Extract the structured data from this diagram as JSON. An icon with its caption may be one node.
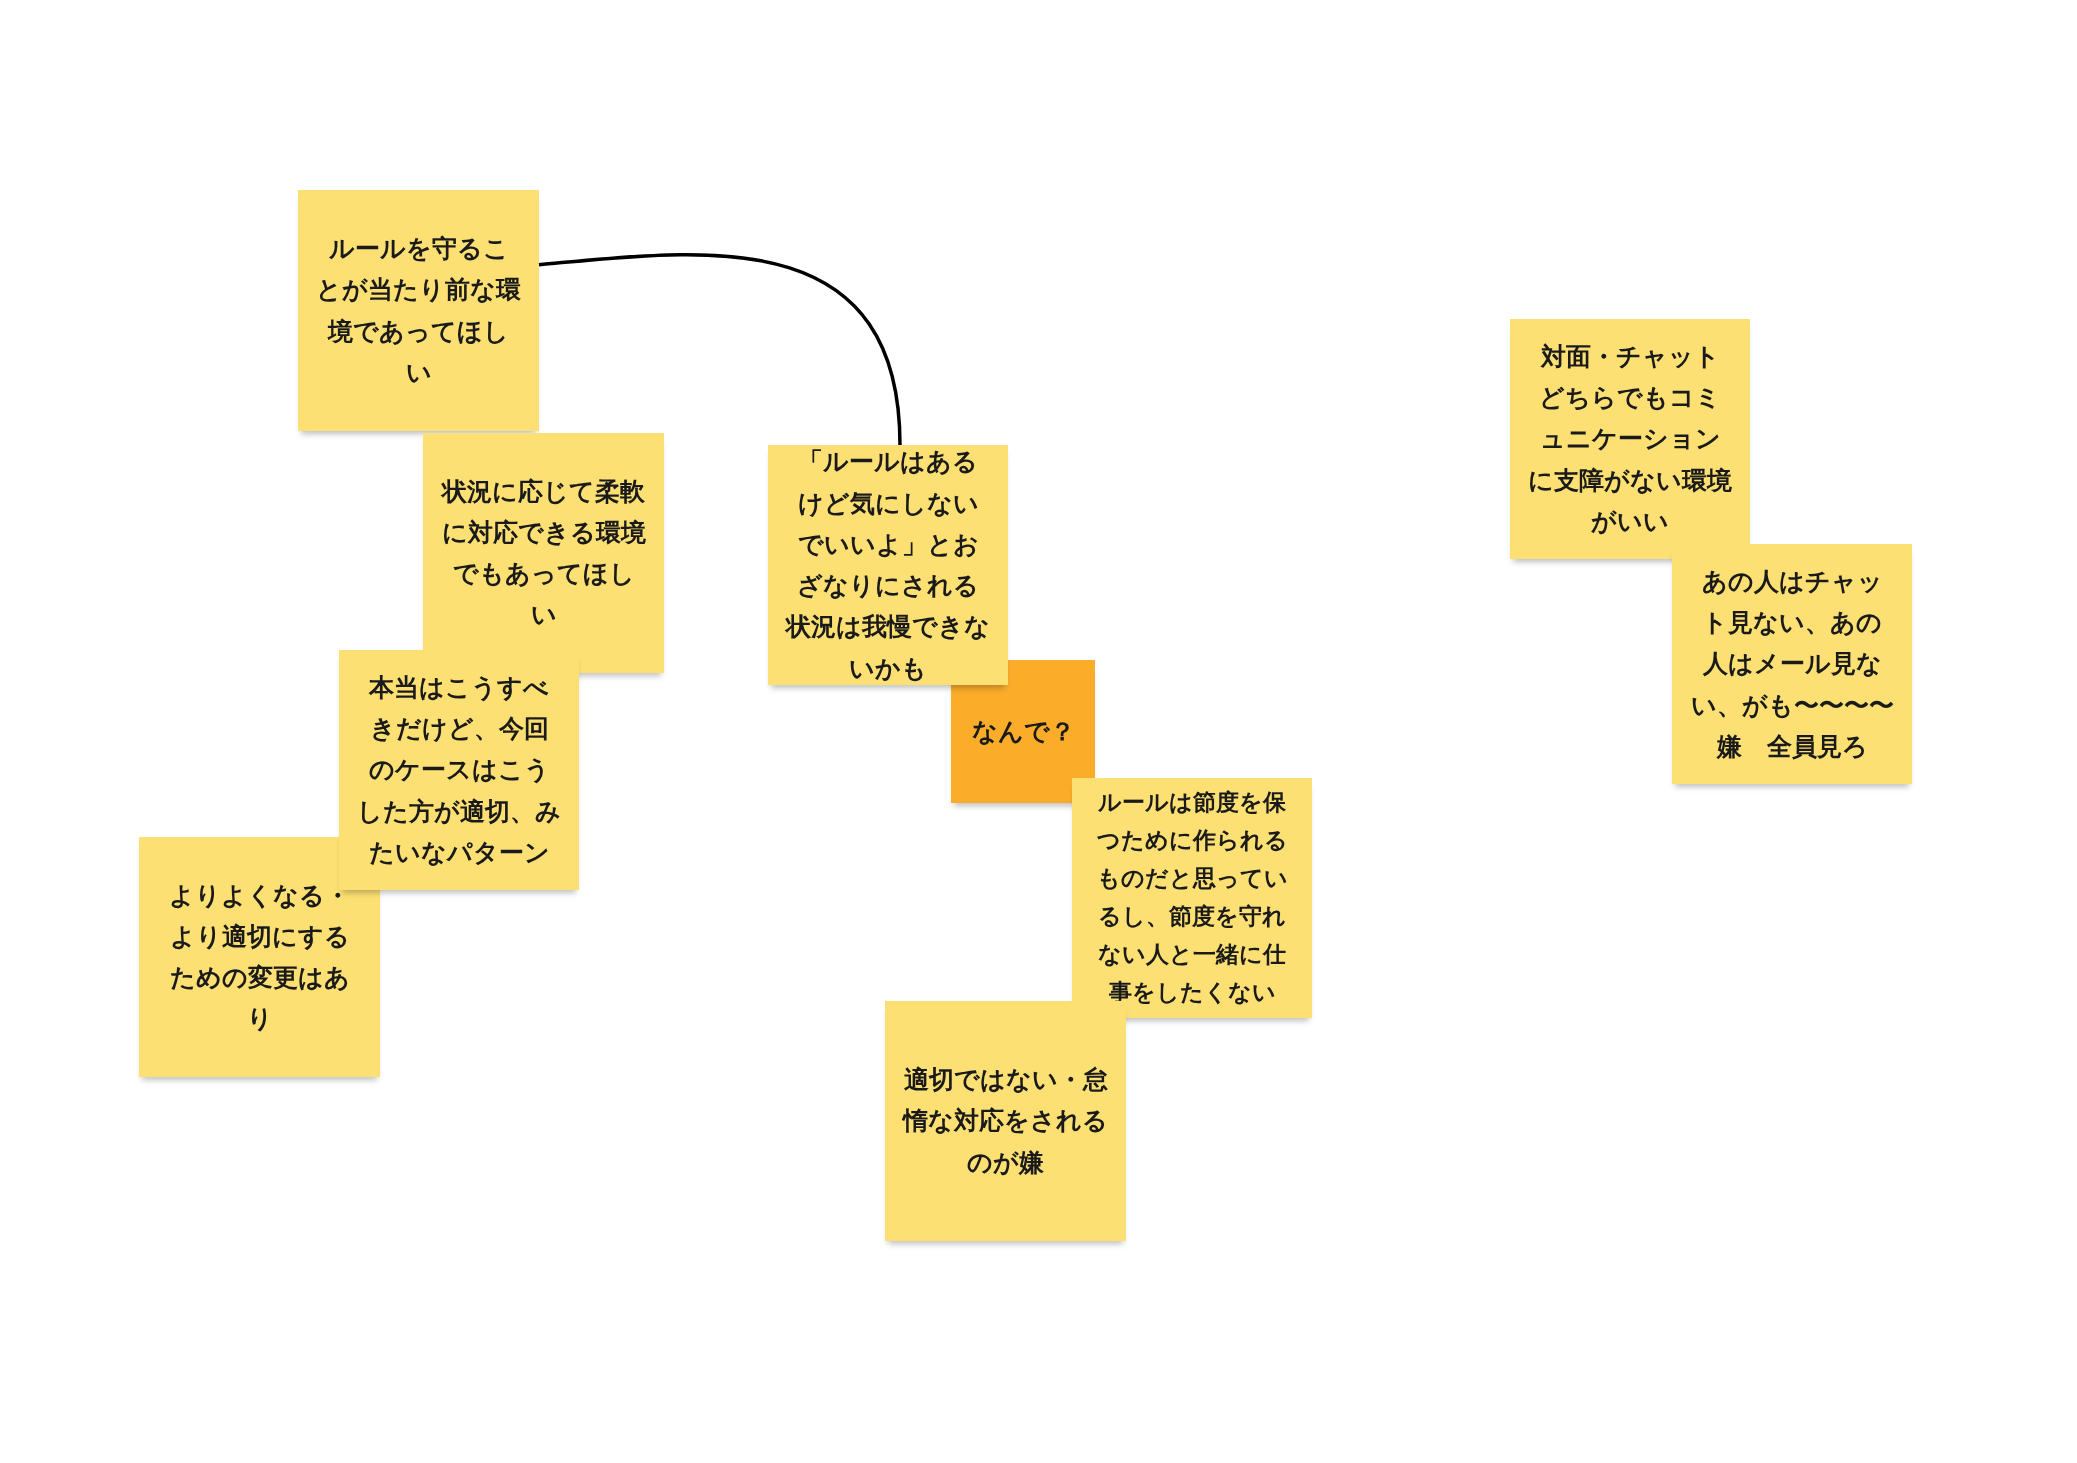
{
  "diagram": {
    "nodes": [
      {
        "text": [
          "ルールを守ることが当たり前な環境であってほしい"
        ]
      },
      {
        "text": [
          "状況に応じて柔軟に対応できる環境でもあってほしい"
        ]
      },
      {
        "text": [
          "本当はこうすべきだけど、今回のケースはこうした方が適切、みたいなパターン"
        ]
      },
      {
        "text": [
          "よりよくなる・より適切にするための変更はあり"
        ]
      },
      {
        "text": [
          "「ルールはあるけど気にしないでいいよ」とおざなりにされる状況は我慢できないかも"
        ]
      },
      {
        "text": [
          "なんで？"
        ]
      },
      {
        "text": [
          "ルールは節度を保つために作られるものだと思っているし、節度を守れない人と一緒に仕事をしたくない"
        ]
      },
      {
        "text": [
          "適切ではない・怠惰な対応をされるのが嫌"
        ]
      },
      {
        "text": [
          "対面・チャットどちらでもコミュニケーションに支障がない環境がいい"
        ]
      },
      {
        "text": [
          "あの人はチャット見ない、あの人はメール見ない、がも〜〜〜〜嫌　全員見ろ"
        ]
      }
    ],
    "edges": [
      {
        "from": 0,
        "to": 4,
        "arrow": "none"
      }
    ]
  }
}
